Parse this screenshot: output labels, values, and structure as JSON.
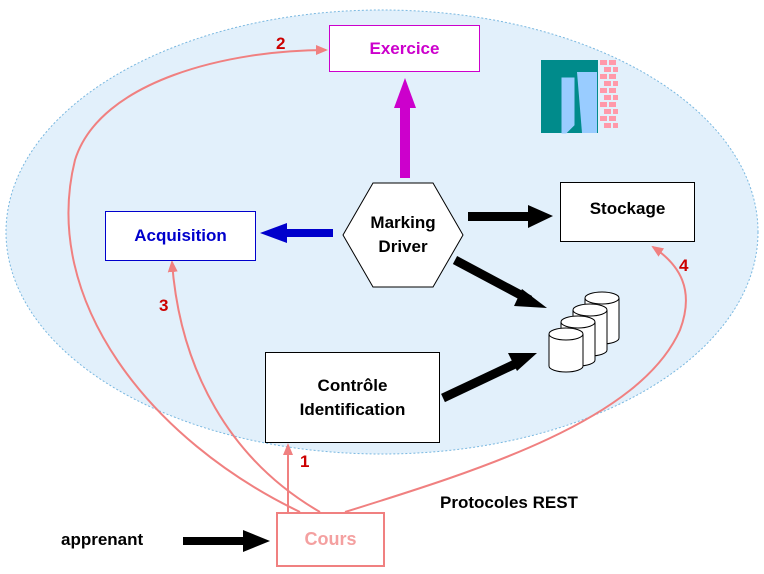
{
  "nodes": {
    "exercice": "Exercice",
    "acquisition": "Acquisition",
    "marking_driver_line1": "Marking",
    "marking_driver_line2": "Driver",
    "stockage": "Stockage",
    "controle_line1": "Contrôle",
    "controle_line2": "Identification",
    "cours": "Cours"
  },
  "labels": {
    "apprenant": "apprenant",
    "protocoles": "Protocoles REST"
  },
  "steps": {
    "step1": "1",
    "step2": "2",
    "step3": "3",
    "step4": "4"
  },
  "colors": {
    "background_ellipse": "#e2f0fb",
    "ellipse_border": "#7ab8e0",
    "exercice": "#cc00cc",
    "acquisition": "#0000cc",
    "cours_arrows": "#f08080",
    "step_numbers": "#cc0000",
    "black_arrows": "#000000",
    "logo_teal": "#008b8b",
    "logo_blue": "#99ccff",
    "logo_pink": "#ff99aa"
  },
  "icons": {
    "logo": "building-logo-icon",
    "database": "database-stack-icon"
  }
}
